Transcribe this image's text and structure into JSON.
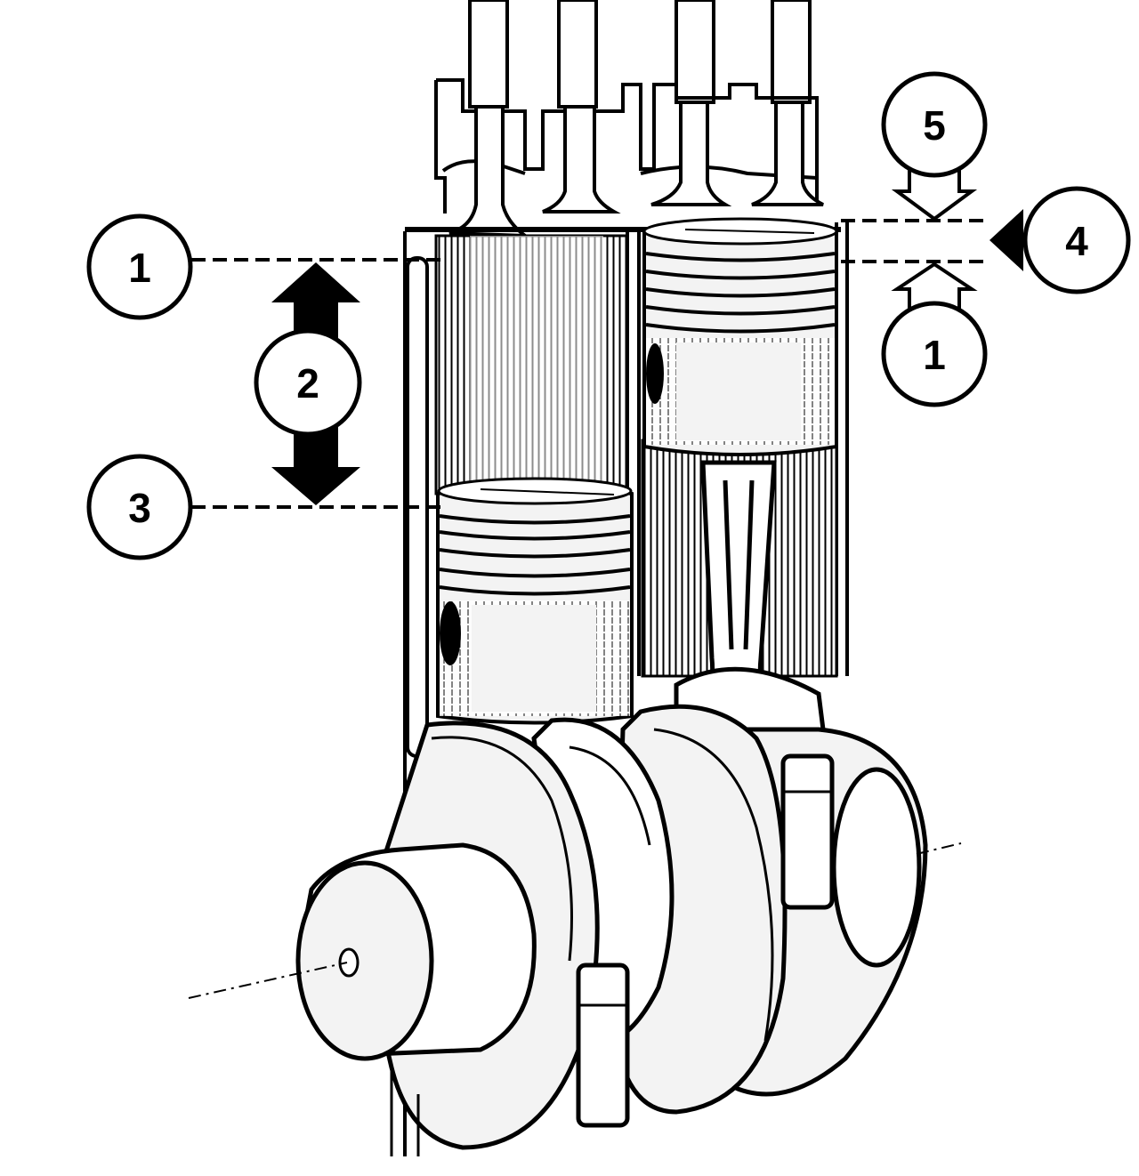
{
  "callouts": {
    "c1_left": "1",
    "c2": "2",
    "c3": "3",
    "c4": "4",
    "c5": "5",
    "c1_right": "1"
  },
  "colors": {
    "ink": "#000000",
    "paper": "#ffffff",
    "metal_light": "#f3f3f3",
    "metal_shadow": "#d9d9d9"
  }
}
